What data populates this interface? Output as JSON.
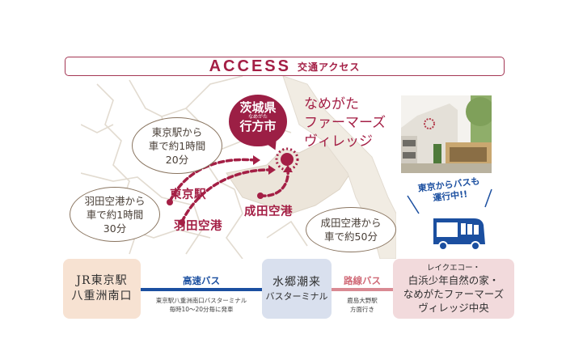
{
  "header": {
    "title_en": "ACCESS",
    "title_ja": "交通アクセス"
  },
  "destination": {
    "prefecture": "茨城県",
    "city_ruby": "なめがた",
    "city": "行方市",
    "venue_lines": [
      "なめがた",
      "ファーマーズ",
      "ヴィレッジ"
    ]
  },
  "map": {
    "places": {
      "tokyo_station": "東京駅",
      "haneda": "羽田空港",
      "narita": "成田空港"
    },
    "bubbles": {
      "tokyo": [
        "東京駅から",
        "車で約1時間",
        "20分"
      ],
      "haneda": [
        "羽田空港から",
        "車で約1時間",
        "30分"
      ],
      "narita": [
        "成田空港から",
        "車で約50分"
      ]
    },
    "colors": {
      "accent": "#a41f45",
      "land": "#ece5da",
      "bubble_border": "#8a7560"
    }
  },
  "bus_promo": {
    "lines": [
      "東京からバスも",
      "運行中!!"
    ],
    "color": "#1b4fa0"
  },
  "route": {
    "nodes": [
      {
        "lines": [
          "JR東京駅",
          "八重洲南口"
        ]
      },
      {
        "lines": [
          "水郷潮来",
          "バスターミナル"
        ]
      },
      {
        "lines": [
          "レイクエコー・",
          "白浜少年自然の家・",
          "なめがたファーマーズ",
          "ヴィレッジ中央"
        ]
      }
    ],
    "segments": [
      {
        "label": "高速バス",
        "notes": [
          "東京駅八重洲南口バスターミナル",
          "毎時10〜20分毎に発車"
        ],
        "color": "#1b4fa0"
      },
      {
        "label": "路線バス",
        "notes": [
          "鹿島大野駅",
          "方面行き"
        ],
        "color": "#d98a93"
      }
    ]
  }
}
